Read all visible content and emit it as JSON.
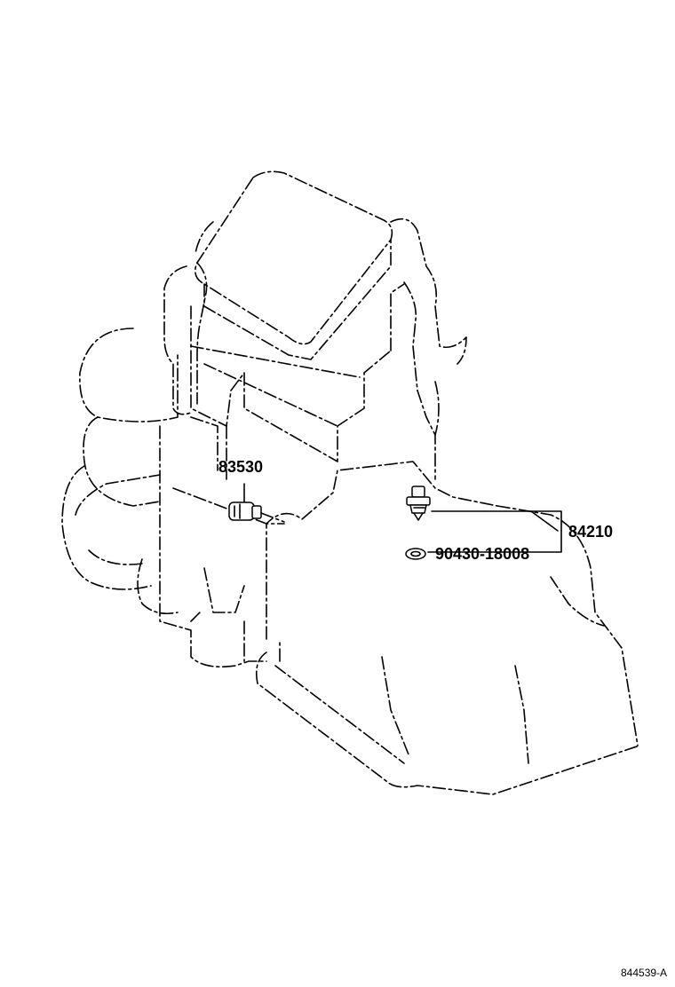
{
  "parts": {
    "p83530": "83530",
    "p84210": "84210",
    "p90430": "90430-18008"
  },
  "reference_code": "844539-A",
  "colors": {
    "ink": "#000000",
    "paper": "#ffffff"
  }
}
